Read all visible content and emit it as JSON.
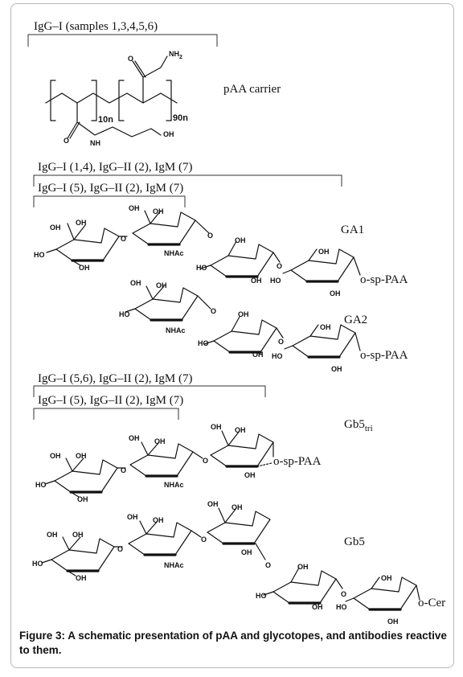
{
  "labels": {
    "igg_samples": "IgG–I (samples 1,3,4,5,6)",
    "paa_carrier": "pAA carrier",
    "ga1_outer": "IgG–I (1,4), IgG–II (2), IgM (7)",
    "ga1_inner": "IgG–I (5), IgG–II (2), IgM (7)",
    "gb5_outer": "IgG–I (5,6), IgG–II (2), IgM (7)",
    "gb5_inner": "IgG–I (5), IgG–II (2), IgM (7)"
  },
  "names": {
    "ga1": "GA1",
    "ga2": "GA2",
    "gb5tri_main": "Gb5",
    "gb5tri_sub": "tri",
    "gb5": "Gb5"
  },
  "atoms": {
    "oh": "OH",
    "ho": "HO",
    "nh2": "NH",
    "nh2_sub": "2",
    "nh": "NH",
    "o": "O",
    "nhac": "NHAc",
    "sp_paa": "o-sp-PAA",
    "cer": "o-Cer",
    "rep10": "10n",
    "rep90": "90n"
  },
  "caption": "Figure 3: A schematic presentation of pAA and glycotopes, and antibodies reactive to them."
}
